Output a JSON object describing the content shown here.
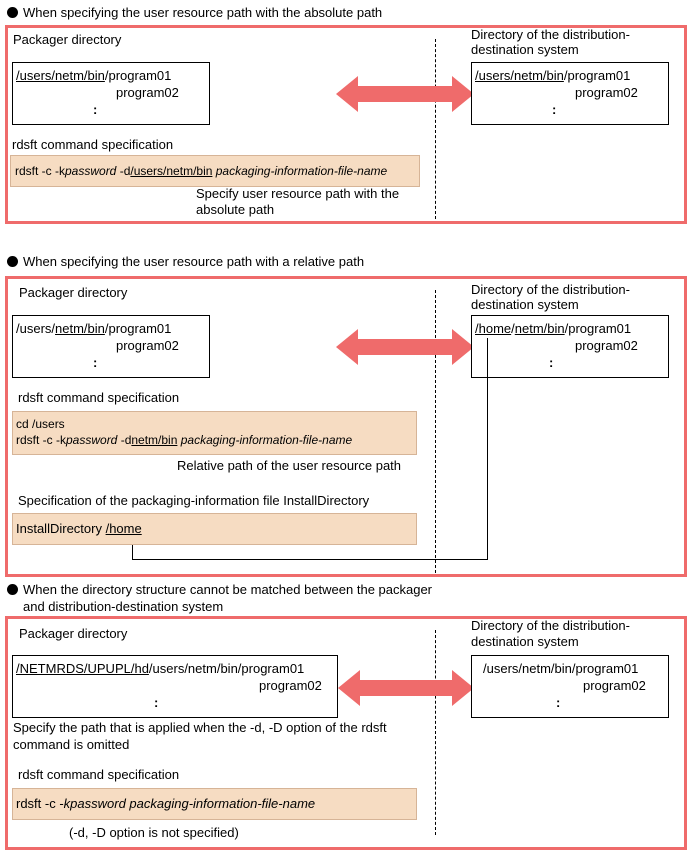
{
  "colors": {
    "frame": "#ef6b6b",
    "arrow": "#ef6b6b",
    "command_fill": "#f6dcc2"
  },
  "s1": {
    "heading": "When specifying the user resource path with the absolute path",
    "packager_title": "Packager directory",
    "dest_title_1": "Directory of the distribution-",
    "dest_title_2": "destination system",
    "pkg_path_underlined": "/users/netm/bin",
    "pkg_file1": "/program01",
    "pkg_file2": "program02",
    "ellipsis": ":",
    "dest_path_underlined": "/users/netm/bin",
    "dest_file1": "/program01",
    "dest_file2": "program02",
    "cmd_title": "rdsft command specification",
    "cmd_a": "rdsft -c -k",
    "cmd_b": "password",
    "cmd_c": " -d",
    "cmd_d": "/users/netm/bin",
    "cmd_e": " packaging-information-file-name",
    "note_1": "Specify user resource path with the",
    "note_2": "absolute path"
  },
  "s2": {
    "heading": "When specifying the user resource path with a relative path",
    "packager_title": "Packager directory",
    "dest_title_1": "Directory of the distribution-",
    "dest_title_2": "destination system",
    "pkg_prefix": "/users/",
    "pkg_path_underlined": "netm/bin",
    "pkg_file1": "/program01",
    "pkg_file2": "program02",
    "ellipsis": ":",
    "dest_home": "/home",
    "dest_slash": "/",
    "dest_path_underlined": "netm/bin",
    "dest_file1": "/program01",
    "dest_file2": "program02",
    "cmd_title": "rdsft command specification",
    "cmd_line1": "cd /users",
    "cmd_a": "rdsft -c -k",
    "cmd_b": "password",
    "cmd_c": " -d",
    "cmd_d": "netm/bin",
    "cmd_e": " packaging-information-file-name",
    "note": "Relative path of the user resource path",
    "spec_title": "Specification of the packaging-information file InstallDirectory",
    "spec_a": "InstallDirectory ",
    "spec_b": "/home"
  },
  "s3": {
    "heading_1": "When the directory structure cannot be matched between the packager",
    "heading_2": "and distribution-destination system",
    "packager_title": "Packager directory",
    "dest_title_1": "Directory of the distribution-",
    "dest_title_2": "destination system",
    "pkg_path_underlined": "/NETMRDS/UPUPL/hd",
    "pkg_rest": "/users/netm/bin/program01",
    "pkg_file2": "program02",
    "ellipsis": ":",
    "dest_file1": "/users/netm/bin/program01",
    "dest_file2": "program02",
    "omit_1": "Specify the path that is  applied when the -d, -D option of the rdsft",
    "omit_2": "command is omitted",
    "cmd_title": "rdsft command specification",
    "cmd_a": "rdsft -c -",
    "cmd_b": "kpassword packaging-information-file-name",
    "note": "(-d, -D option is not specified)"
  }
}
